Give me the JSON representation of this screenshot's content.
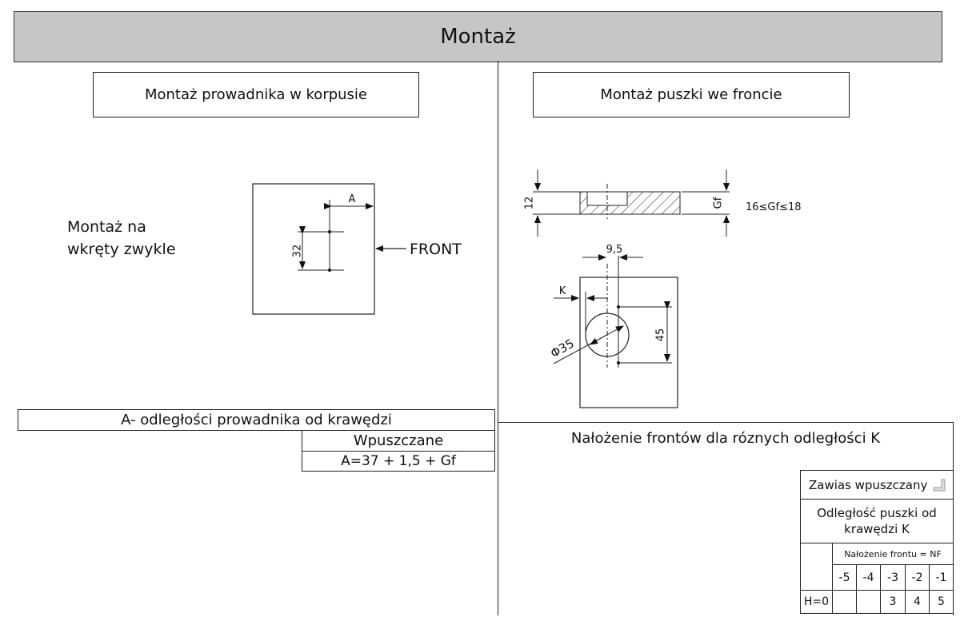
{
  "title": "Montaż",
  "left": {
    "section_title": "Montaż prowadnika w korpusie",
    "mount_note_line1": "Montaż na",
    "mount_note_line2": "wkręty zwykle",
    "dim_a": "A",
    "dim_32": "32",
    "front_label": "FRONT",
    "table": {
      "header": "A- odległości prowadnika od krawędzi",
      "col_label": "Wpuszczane",
      "formula": "A=37 + 1,5 + Gf"
    }
  },
  "right": {
    "section_title": "Montaż puszki we froncie",
    "dim_12": "12",
    "dim_gf": "Gf",
    "gf_range": "16≤Gf≤18",
    "dim_9_5": "9,5",
    "dim_k": "K",
    "dim_45": "45",
    "dim_phi35": "Φ35",
    "overlay": {
      "title": "Nałożenie frontów dla róznych odległości K",
      "hinge_type": "Zawias wpuszczany",
      "k_distance_line1": "Odległość puszki od",
      "k_distance_line2": "krawędzi  K",
      "nf_label": "Nałożenie frontu = NF",
      "nf_values": [
        "-5",
        "-4",
        "-3",
        "-2",
        "-1"
      ],
      "row_label": "H=0",
      "row_values": [
        "",
        "",
        "3",
        "4",
        "5"
      ]
    }
  }
}
